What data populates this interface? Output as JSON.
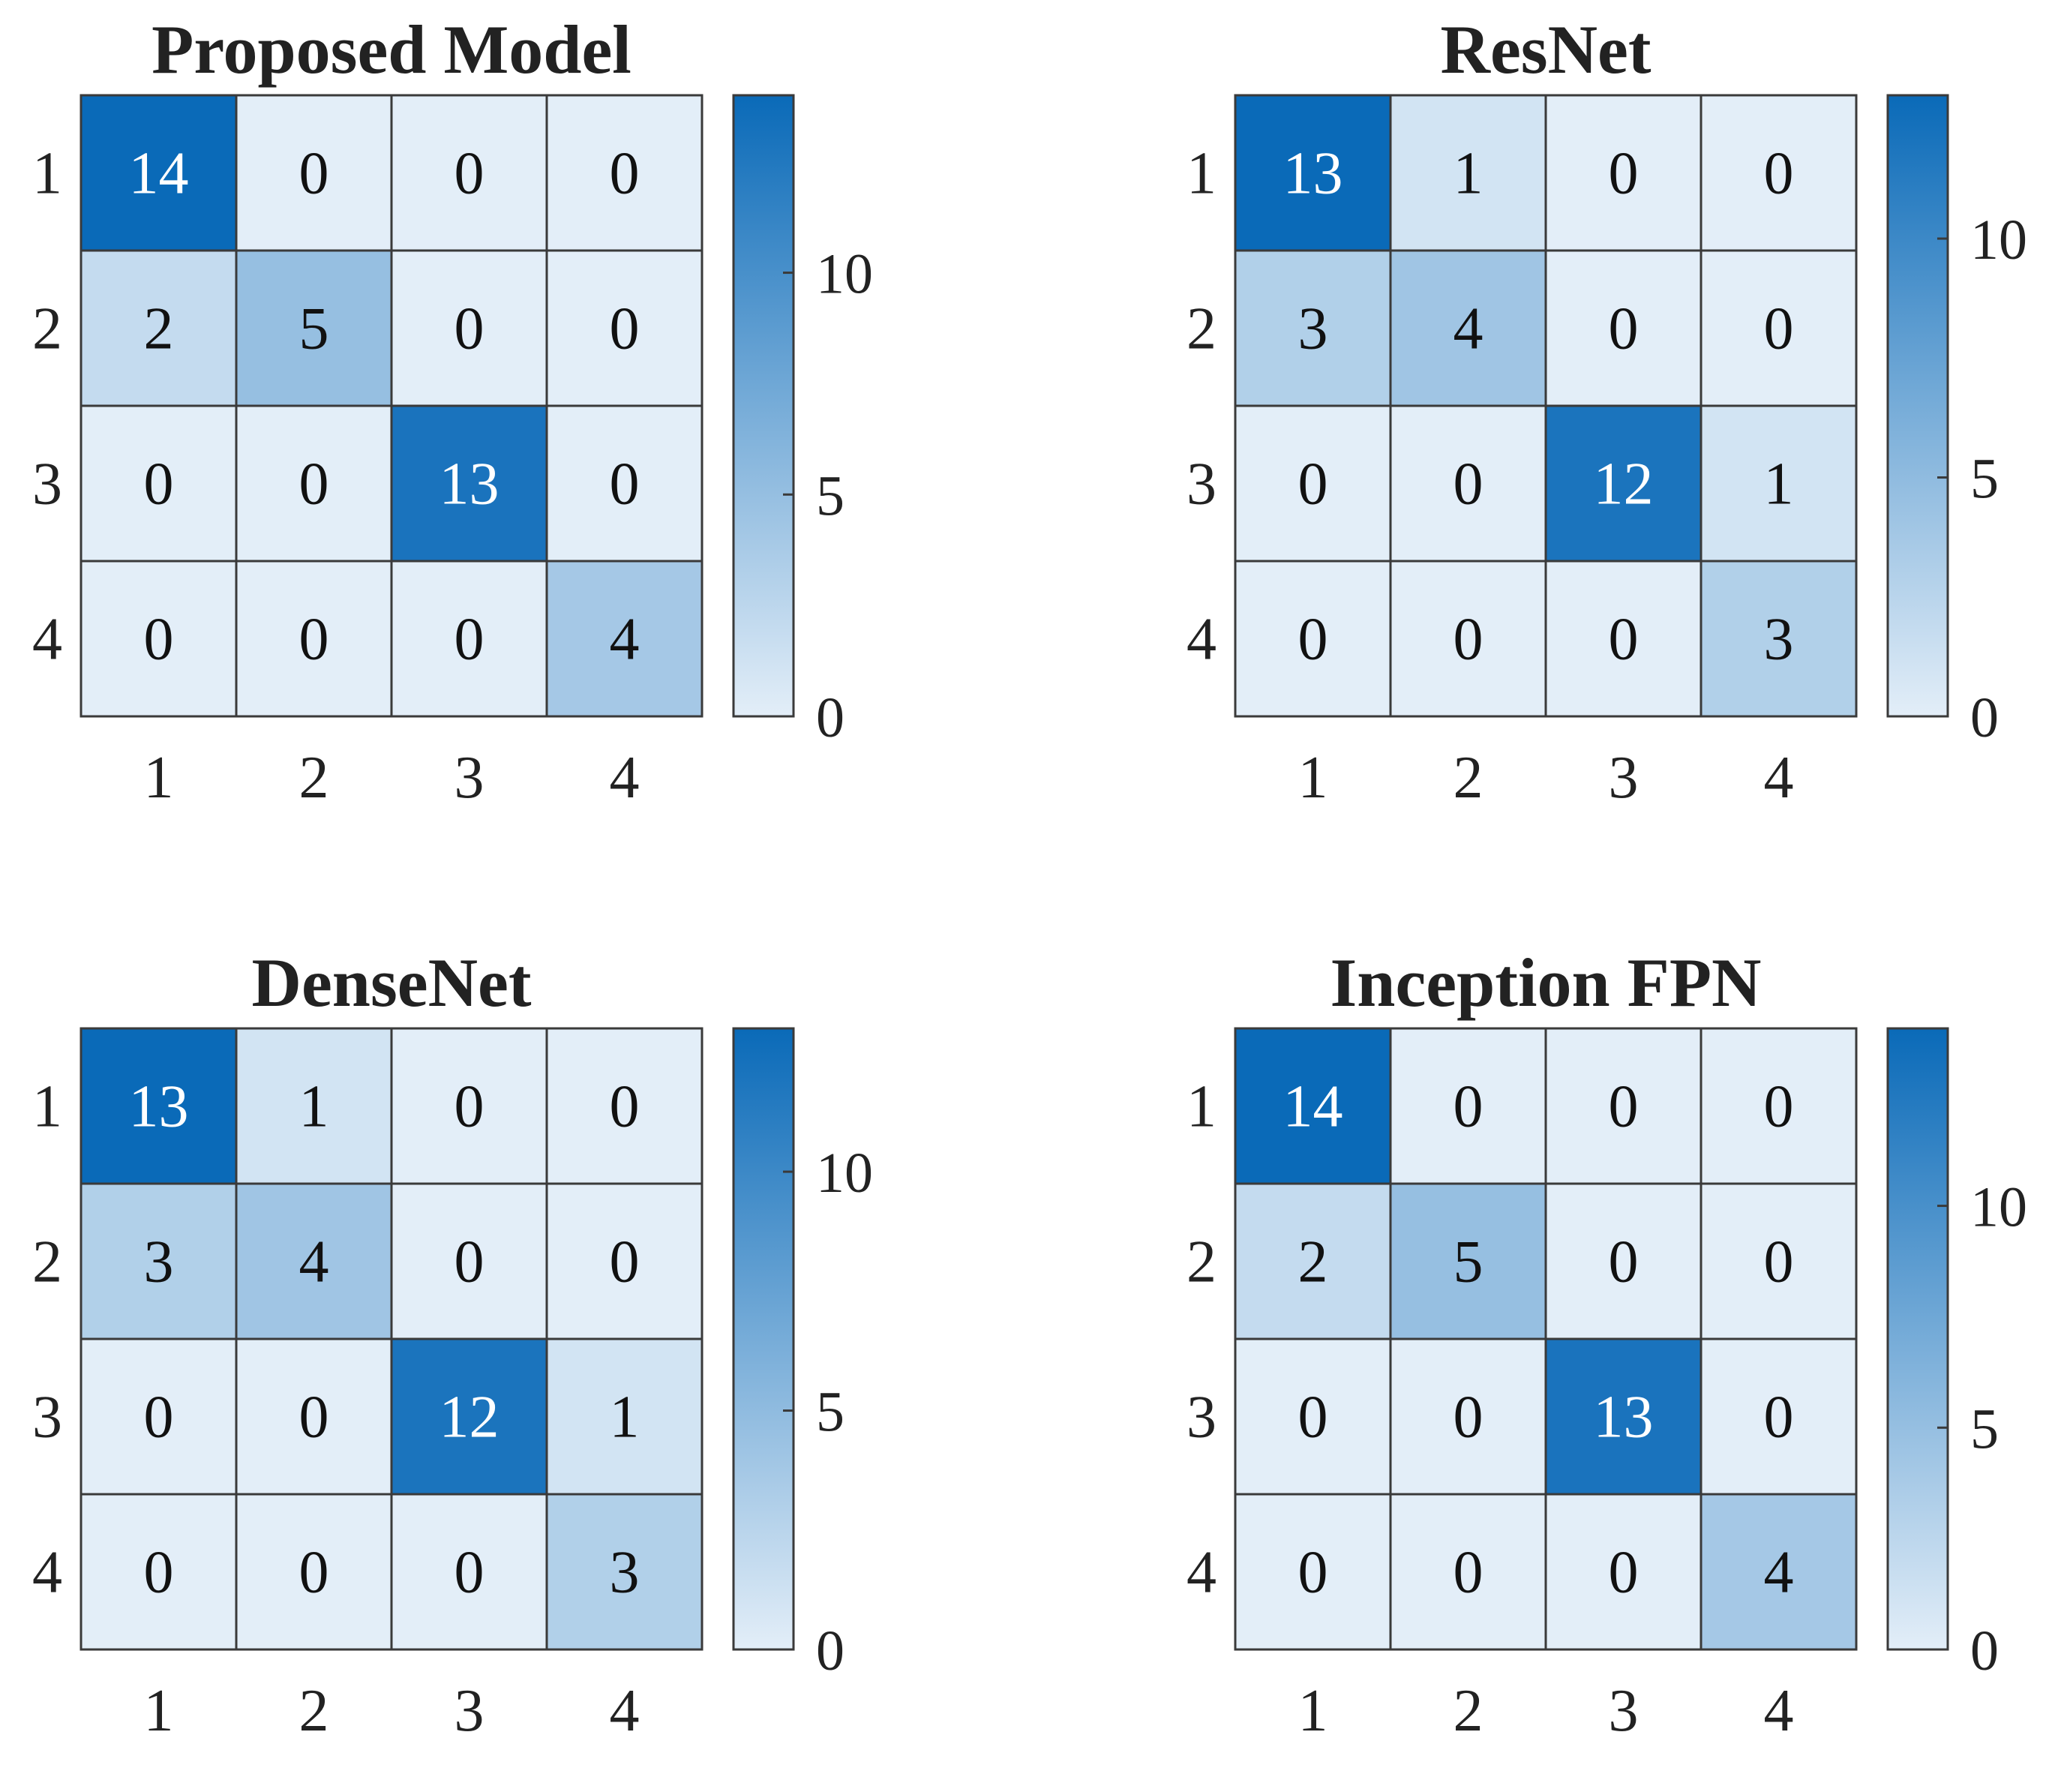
{
  "chart_data": [
    {
      "type": "heatmap",
      "title": "Proposed Model",
      "row_labels": [
        "1",
        "2",
        "3",
        "4"
      ],
      "col_labels": [
        "1",
        "2",
        "3",
        "4"
      ],
      "values": [
        [
          14,
          0,
          0,
          0
        ],
        [
          2,
          5,
          0,
          0
        ],
        [
          0,
          0,
          13,
          0
        ],
        [
          0,
          0,
          0,
          4
        ]
      ],
      "colorbar": {
        "min": 0,
        "max": 14,
        "ticks": [
          0,
          5,
          10
        ]
      }
    },
    {
      "type": "heatmap",
      "title": "ResNet",
      "row_labels": [
        "1",
        "2",
        "3",
        "4"
      ],
      "col_labels": [
        "1",
        "2",
        "3",
        "4"
      ],
      "values": [
        [
          13,
          1,
          0,
          0
        ],
        [
          3,
          4,
          0,
          0
        ],
        [
          0,
          0,
          12,
          1
        ],
        [
          0,
          0,
          0,
          3
        ]
      ],
      "colorbar": {
        "min": 0,
        "max": 13,
        "ticks": [
          0,
          5,
          10
        ]
      }
    },
    {
      "type": "heatmap",
      "title": "DenseNet",
      "row_labels": [
        "1",
        "2",
        "3",
        "4"
      ],
      "col_labels": [
        "1",
        "2",
        "3",
        "4"
      ],
      "values": [
        [
          13,
          1,
          0,
          0
        ],
        [
          3,
          4,
          0,
          0
        ],
        [
          0,
          0,
          12,
          1
        ],
        [
          0,
          0,
          0,
          3
        ]
      ],
      "colorbar": {
        "min": 0,
        "max": 13,
        "ticks": [
          0,
          5,
          10
        ]
      }
    },
    {
      "type": "heatmap",
      "title": "Inception FPN",
      "row_labels": [
        "1",
        "2",
        "3",
        "4"
      ],
      "col_labels": [
        "1",
        "2",
        "3",
        "4"
      ],
      "values": [
        [
          14,
          0,
          0,
          0
        ],
        [
          2,
          5,
          0,
          0
        ],
        [
          0,
          0,
          13,
          0
        ],
        [
          0,
          0,
          0,
          4
        ]
      ],
      "colorbar": {
        "min": 0,
        "max": 14,
        "ticks": [
          0,
          5,
          10
        ]
      }
    }
  ],
  "colors": {
    "low": "#e3eef8",
    "high": "#0a6ab8",
    "grid_line": "#3a3a3a",
    "dark_text": "#111111",
    "light_text": "#ffffff"
  }
}
